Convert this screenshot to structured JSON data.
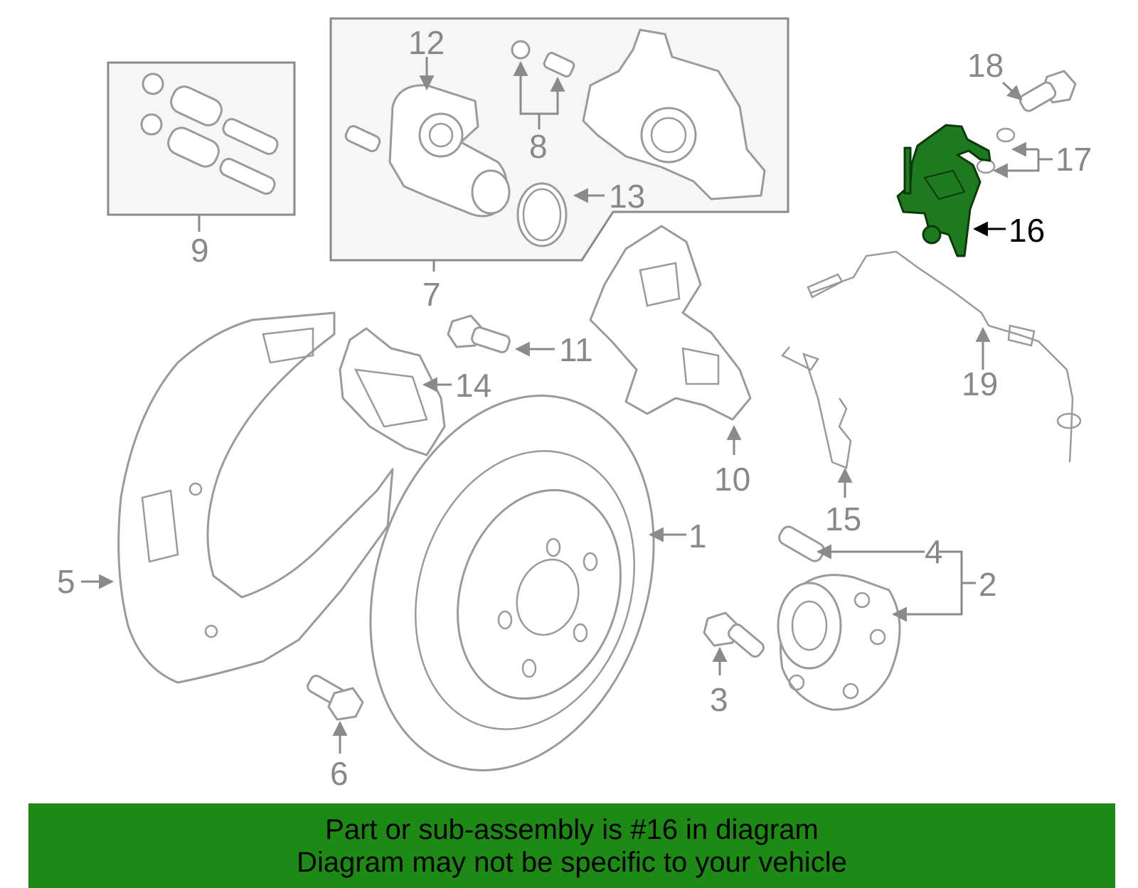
{
  "colors": {
    "highlight": "#1e7a1e",
    "banner": "#1e8a16",
    "outline": "#9a9a9a"
  },
  "callouts": {
    "c1": "1",
    "c2": "2",
    "c3": "3",
    "c4": "4",
    "c5": "5",
    "c6": "6",
    "c7": "7",
    "c8": "8",
    "c9": "9",
    "c10": "10",
    "c11": "11",
    "c12": "12",
    "c13": "13",
    "c14": "14",
    "c15": "15",
    "c16": "16",
    "c17": "17",
    "c18": "18",
    "c19": "19"
  },
  "highlighted_part": "16",
  "banner": {
    "line1": "Part or sub-assembly is #16 in diagram",
    "line2": "Diagram may not be specific to your vehicle"
  }
}
